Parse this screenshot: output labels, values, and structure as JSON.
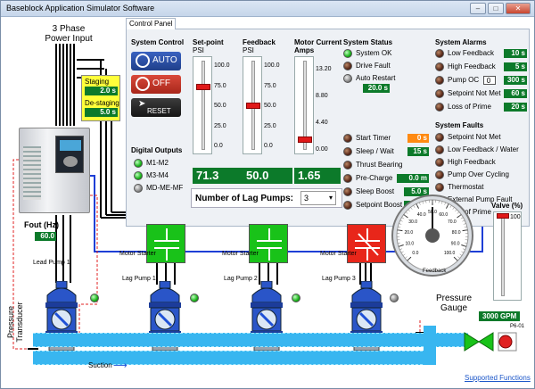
{
  "window": {
    "title": "Baseblock Application Simulator Software"
  },
  "panel": {
    "tab": "Control Panel"
  },
  "power": {
    "label": "3 Phase Power Input"
  },
  "staging": {
    "staging_label": "Staging",
    "staging_value": "2.0 s",
    "destaging_label": "De-staging",
    "destaging_value": "5.0 s"
  },
  "system_control": {
    "title": "System Control",
    "auto": "AUTO",
    "off": "OFF",
    "reset": "RESET"
  },
  "gauges": {
    "setpoint": {
      "title": "Set-point",
      "unit": "PSI",
      "ticks": [
        "100.0",
        "75.0",
        "50.0",
        "25.0",
        "0.0"
      ],
      "value": "71.3",
      "level": 0.713
    },
    "feedback": {
      "title": "Feedback",
      "unit": "PSI",
      "ticks": [
        "100.0",
        "75.0",
        "50.0",
        "25.0",
        "0.0"
      ],
      "value": "50.0",
      "level": 0.5
    },
    "motor": {
      "title": "Motor Current",
      "unit": "Amps",
      "ticks": [
        "13.20",
        "8.80",
        "4.40",
        "0.00"
      ],
      "value": "1.65",
      "level": 0.125
    }
  },
  "digital_outputs": {
    "title": "Digital Outputs",
    "items": [
      "M1-M2",
      "M3-M4",
      "MD-ME-MF"
    ]
  },
  "lag_pumps": {
    "label": "Number of Lag Pumps:",
    "value": "3"
  },
  "system_status": {
    "title": "System Status",
    "system_ok": "System OK",
    "drive_fault": "Drive Fault",
    "auto_restart": "Auto Restart",
    "auto_restart_value": "20.0 s",
    "start_timer": "Start Timer",
    "start_timer_value": "0 s",
    "sleep_wait": "Sleep / Wait",
    "sleep_wait_value": "15 s",
    "thrust_bearing": "Thrust Bearing",
    "pre_charge": "Pre-Charge",
    "pre_charge_value": "0.0 m",
    "sleep_boost": "Sleep Boost",
    "sleep_boost_value": "5.0 s",
    "setpoint_boost": "Setpoint Boost",
    "setpoint_boost_value": "5.0 s"
  },
  "system_alarms": {
    "title": "System Alarms",
    "low_feedback": "Low Feedback",
    "low_feedback_value": "10 s",
    "high_feedback": "High Feedback",
    "high_feedback_value": "5 s",
    "pump_oc": "Pump OC",
    "pump_oc_count": "0",
    "pump_oc_value": "300 s",
    "setpoint_not_met": "Setpoint Not Met",
    "setpoint_not_met_value": "60 s",
    "loss_of_prime": "Loss of Prime",
    "loss_of_prime_value": "20 s"
  },
  "system_faults": {
    "title": "System Faults",
    "items": [
      "Setpoint Not Met",
      "Low Feedback / Water",
      "High Feedback",
      "Pump Over Cycling",
      "Thermostat",
      "External Pump Fault",
      "Loss of Prime"
    ]
  },
  "fout": {
    "label": "Fout (Hz)",
    "value": "60.0"
  },
  "valve": {
    "label": "Valve (%)",
    "value": "100",
    "level": 1.0
  },
  "starters": {
    "label": "Motor Starter"
  },
  "pumps": [
    "Lead Pump 1",
    "Lag Pump 1",
    "Lag Pump 2",
    "Lag Pump 3"
  ],
  "transducer": {
    "label": "Pressure Transducer"
  },
  "suction": {
    "label": "Suction"
  },
  "pressure_gauge": {
    "label": "Pressure Gauge",
    "sublabel": "Feedback",
    "ticks": [
      "0.0",
      "10.0",
      "20.0",
      "30.0",
      "40.0",
      "50.0",
      "60.0",
      "70.0",
      "80.0",
      "90.0",
      "100.0"
    ],
    "value": 50.0,
    "max": 100
  },
  "flow": {
    "value": "3000 GPM",
    "tag": "P6-01"
  },
  "footer": {
    "link": "Supported Functions"
  },
  "colors": {
    "readout": "#0c7a2a",
    "pipe": "#38b6f0",
    "auto": "#2a4fa0",
    "off": "#c0392b",
    "reset": "#2b2b2b",
    "starter_on": "#19c219",
    "starter_off": "#e8261a"
  }
}
